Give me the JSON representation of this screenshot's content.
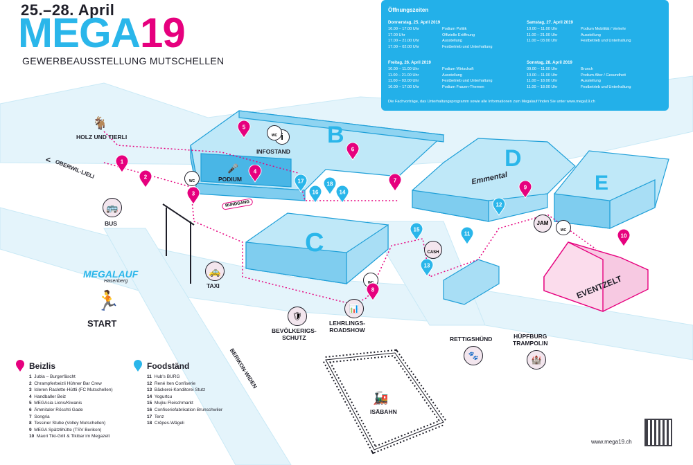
{
  "header": {
    "dates": "25.–28. April",
    "logo_main": "MEGA",
    "logo_year": "19",
    "subtitle": "GEWERBEAUSSTELLUNG MUTSCHELLEN"
  },
  "opening_hours": {
    "title": "Öffnungszeiten",
    "days": [
      {
        "title": "Donnerstag, 25. April 2019",
        "rows": [
          {
            "time": "16.00 – 17.00 Uhr",
            "event": "Podium Politik"
          },
          {
            "time": "17.00 Uhr",
            "event": "Offizielle Eröffnung"
          },
          {
            "time": "17.00 – 21.00 Uhr",
            "event": "Ausstellung"
          },
          {
            "time": "17.00 – 02.00 Uhr",
            "event": "Festbetrieb und Unterhaltung"
          }
        ]
      },
      {
        "title": "Samstag, 27. April 2019",
        "rows": [
          {
            "time": "10.00 – 11.00 Uhr",
            "event": "Podium Mobilität / Verkehr"
          },
          {
            "time": "11.00 – 21.00 Uhr",
            "event": "Ausstellung"
          },
          {
            "time": "11.00 – 03.00 Uhr",
            "event": "Festbetrieb und Unterhaltung"
          }
        ]
      },
      {
        "title": "Freitag, 26. April 2019",
        "rows": [
          {
            "time": "10.00 – 11.00 Uhr",
            "event": "Podium Wirtschaft"
          },
          {
            "time": "11.00 – 21.00 Uhr",
            "event": "Ausstellung"
          },
          {
            "time": "11.00 – 03.00 Uhr",
            "event": "Festbetrieb und Unterhaltung"
          },
          {
            "time": "16.00 – 17.00 Uhr",
            "event": "Podium Frauen-Themen"
          }
        ]
      },
      {
        "title": "Sonntag, 28. April 2019",
        "rows": [
          {
            "time": "09.00 – 11.00 Uhr",
            "event": "Brunch"
          },
          {
            "time": "10.00 – 11.00 Uhr",
            "event": "Podium Alter / Gesundheit"
          },
          {
            "time": "11.00 – 18.00 Uhr",
            "event": "Ausstellung"
          },
          {
            "time": "11.00 – 18.00 Uhr",
            "event": "Festbetrieb und Unterhaltung"
          }
        ]
      }
    ],
    "note": "Die Fachvorträge, das Unterhaltungsprogramm sowie alle Informationen zum Megalauf finden Sie unter www.mega19.ch"
  },
  "halls": {
    "b": "B",
    "c": "C",
    "d": "D",
    "e": "E",
    "eventzelt": "EVENTZELT",
    "emmental": "Emmental"
  },
  "labels": {
    "holz_tierli": "HOLZ UND TIERLI",
    "infostand": "INFOSTAND",
    "podium": "PODIUM",
    "rundgang": "RUNDGANG",
    "oberwil": "OBERWIL-LIELI",
    "bus": "BUS",
    "taxi": "TAXI",
    "megalauf": "MEGALAUF",
    "megalauf_sub": "Hasenberg",
    "start": "START",
    "bevoelkerung": "BEVÖLKERIGS-\nSCHUTZ",
    "lehrlinge": "LEHRLINGS-\nROADSHOW",
    "rettigshund": "RETTIGSHÜND",
    "hupfburg": "HÜPFBURG\nTRAMPOLIN",
    "isaebahn": "ISÄBAHN",
    "berikon": "BERIKON-WIDEN",
    "jam": "JAM",
    "cash": "CASH",
    "wc": "WC"
  },
  "legend": {
    "beizlis_title": "Beizlis",
    "beizlis": [
      {
        "num": "1",
        "name": "Jubla – Burgerfäscht"
      },
      {
        "num": "2",
        "name": "Chrampferbeizli Hühner Bar Crew"
      },
      {
        "num": "3",
        "name": "Isleren Raclette-Hüttli (FC Mutschellen)"
      },
      {
        "num": "4",
        "name": "Handballer Beiz"
      },
      {
        "num": "5",
        "name": "MEGAsia Lions/Kiwanis"
      },
      {
        "num": "6",
        "name": "Ämmitaler Röschti Gade"
      },
      {
        "num": "7",
        "name": "Songria"
      },
      {
        "num": "8",
        "name": "Tessiner Stube (Volley Mutschellen)"
      },
      {
        "num": "9",
        "name": "MEGA Spätzlihütte (TSV Berikon)"
      },
      {
        "num": "10",
        "name": "Maori Tiki-Grill & Tikibar im Megazelt"
      }
    ],
    "food_title": "Foodständ",
    "food": [
      {
        "num": "11",
        "name": "Hub's BURG"
      },
      {
        "num": "12",
        "name": "René Iten Confiserie"
      },
      {
        "num": "13",
        "name": "Bäckerei-Konditorei Stutz"
      },
      {
        "num": "14",
        "name": "Yogurtcu"
      },
      {
        "num": "15",
        "name": "Mujku Fleischmarkt"
      },
      {
        "num": "16",
        "name": "Confiseriefabrikation Brunschwiler"
      },
      {
        "num": "17",
        "name": "Tenz"
      },
      {
        "num": "18",
        "name": "Crêpes-Wägeli"
      }
    ]
  },
  "pins_pink": [
    "1",
    "2",
    "3",
    "4",
    "5",
    "6",
    "7",
    "8",
    "9",
    "10"
  ],
  "pins_blue": [
    "11",
    "12",
    "13",
    "14",
    "15",
    "16",
    "17",
    "18"
  ],
  "footer": {
    "url": "www.mega19.ch"
  },
  "colors": {
    "brand_blue": "#2ab6ea",
    "brand_pink": "#e6007e",
    "hall_fill": "#a8def5",
    "hall_stroke": "#1e9fd8",
    "road": "#e4f4fb",
    "dark": "#1e1e28"
  }
}
